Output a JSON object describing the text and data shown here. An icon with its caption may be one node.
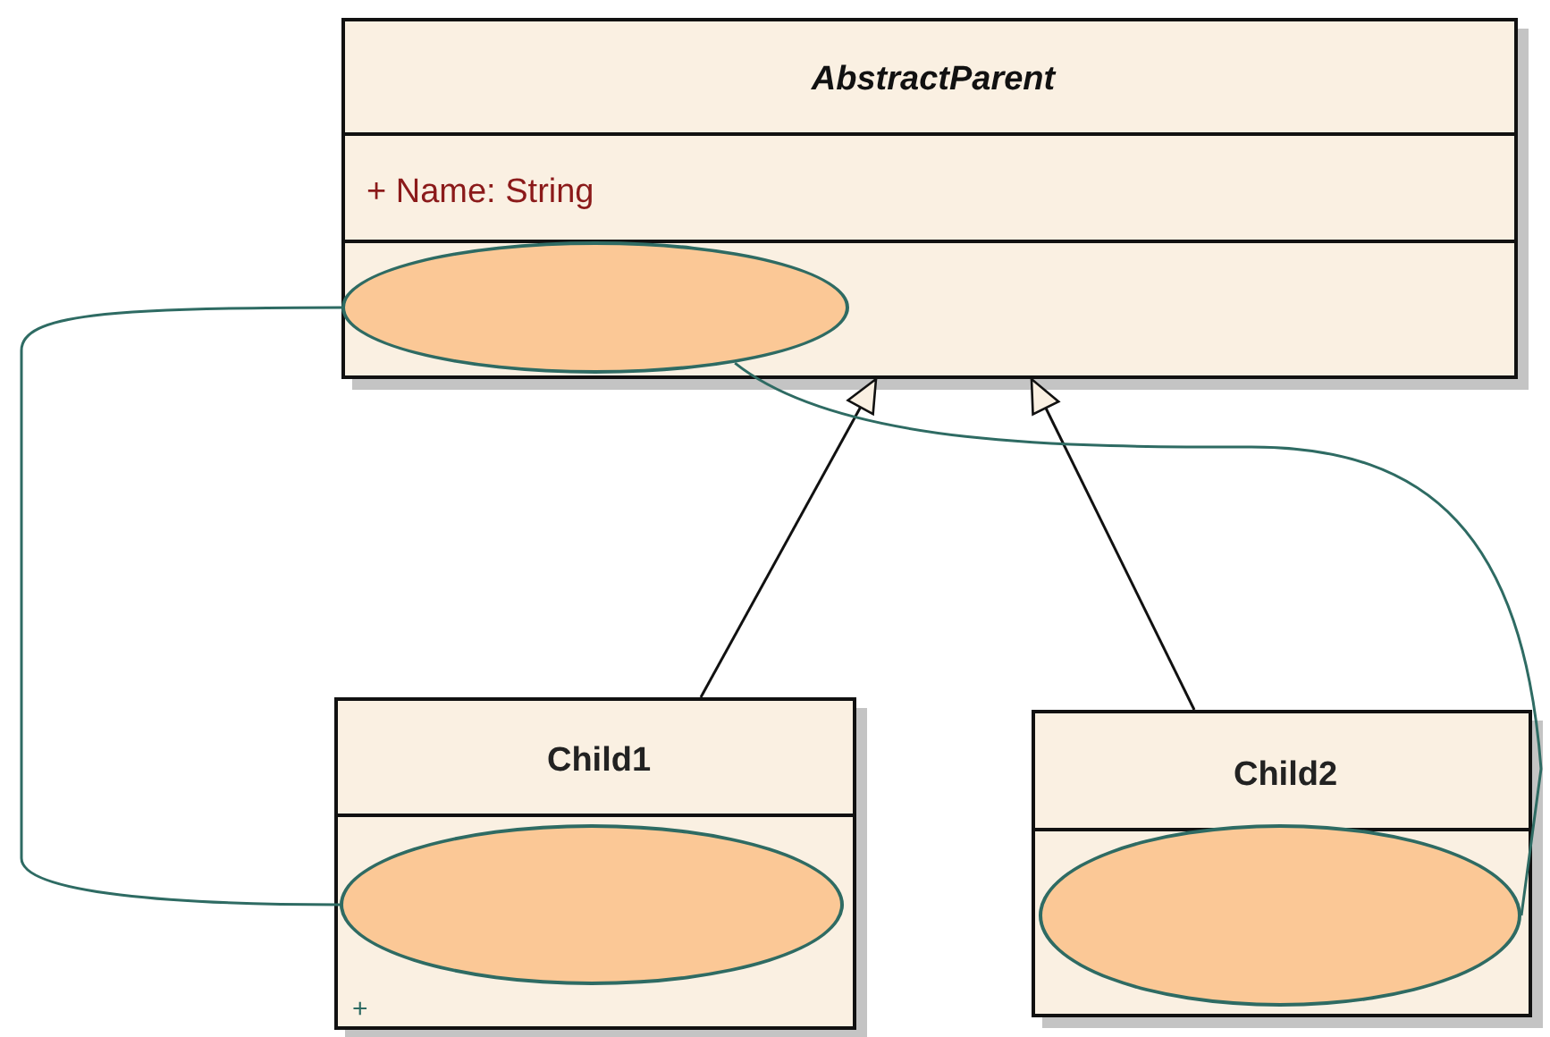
{
  "diagram": {
    "nodes": [
      {
        "text": [
          "AbstractParent",
          "+ Name: String"
        ]
      },
      {
        "text": [
          "Child1",
          "+"
        ]
      },
      {
        "text": [
          "Child2"
        ]
      },
      {
        "text": [],
        "shape": "ellipse",
        "in": 0
      },
      {
        "text": [],
        "shape": "ellipse",
        "in": 1
      },
      {
        "text": [],
        "shape": "ellipse",
        "in": 2
      }
    ],
    "edges": [
      {
        "from": 1,
        "to": 0,
        "arrow": "to"
      },
      {
        "from": 2,
        "to": 0,
        "arrow": "to"
      },
      {
        "from": 3,
        "to": 4,
        "arrow": "none",
        "color": "#2e6b63"
      },
      {
        "from": 3,
        "to": 5,
        "arrow": "none",
        "color": "#2e6b63"
      }
    ]
  }
}
